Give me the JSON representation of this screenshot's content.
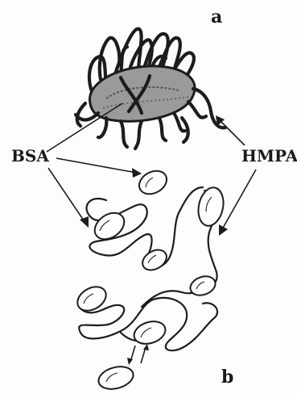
{
  "labels": {
    "panel_a": "a",
    "panel_b": "b",
    "bsa": "BSA",
    "hmpa": "HMPA"
  }
}
